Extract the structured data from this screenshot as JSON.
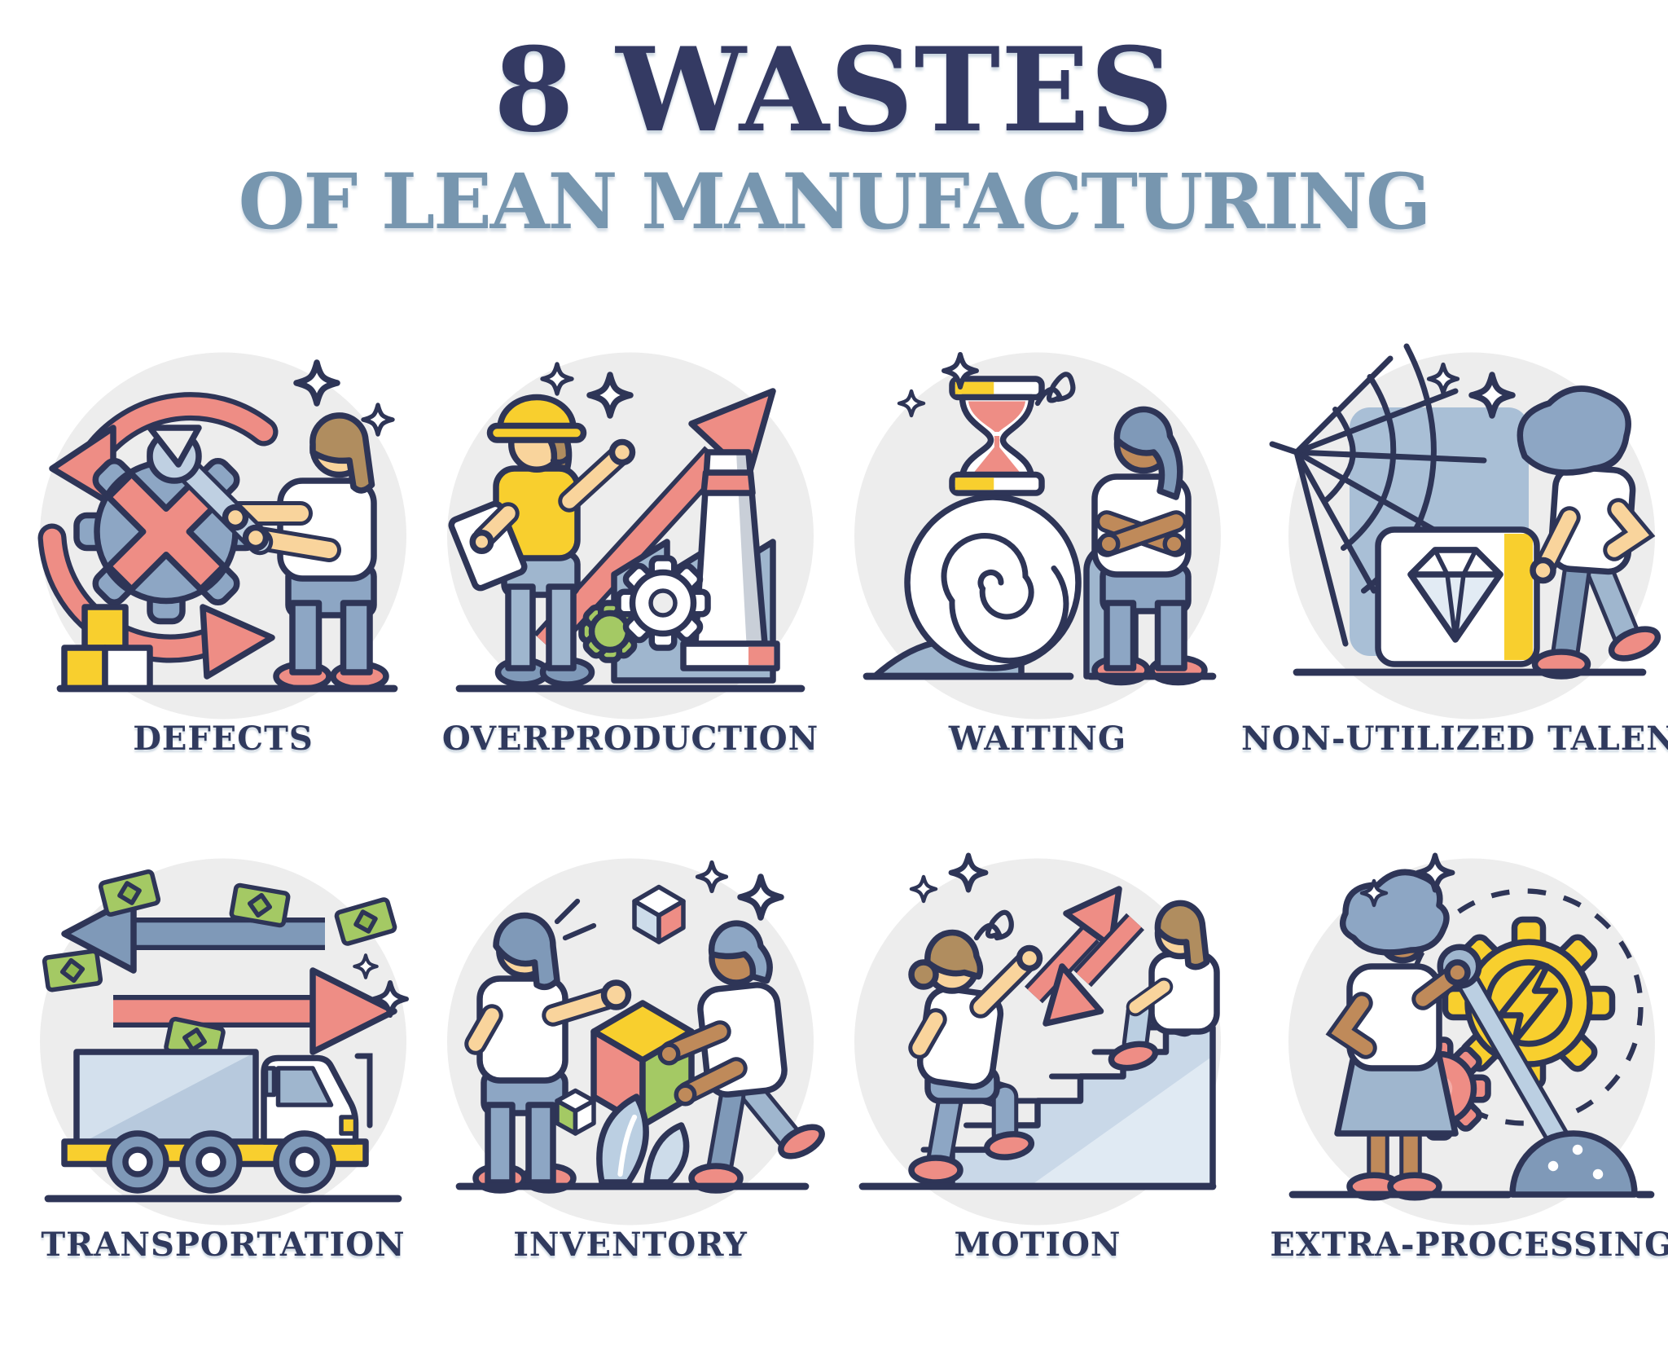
{
  "header": {
    "title": "8 WASTES",
    "subtitle": "OF LEAN MANUFACTURING"
  },
  "wastes": [
    {
      "label": "DEFECTS",
      "icon": "defects-icon"
    },
    {
      "label": "OVERPRODUCTION",
      "icon": "overproduction-icon"
    },
    {
      "label": "WAITING",
      "icon": "waiting-icon"
    },
    {
      "label": "NON-UTILIZED TALENT",
      "icon": "non-utilized-talent-icon"
    },
    {
      "label": "TRANSPORTATION",
      "icon": "transportation-icon"
    },
    {
      "label": "INVENTORY",
      "icon": "inventory-icon"
    },
    {
      "label": "MOTION",
      "icon": "motion-icon"
    },
    {
      "label": "EXTRA-PROCESSING",
      "icon": "extra-processing-icon"
    }
  ],
  "colors": {
    "title": "#343A63",
    "subtitle": "#7796AF",
    "label": "#303A5E",
    "outline": "#2E3557",
    "salmon": "#EE8D85",
    "blue_gray": "#8DA6C4",
    "steel_blue": "#7F99B8",
    "pale_blue": "#C9D8E8",
    "yellow": "#F8CF2E",
    "green": "#A4C964",
    "skin_light": "#F9D49C",
    "skin_dark": "#BF8A5A",
    "hair_brown": "#B08D5F",
    "tile_background": "#EDEDED",
    "page_background": "#FFFFFF"
  }
}
